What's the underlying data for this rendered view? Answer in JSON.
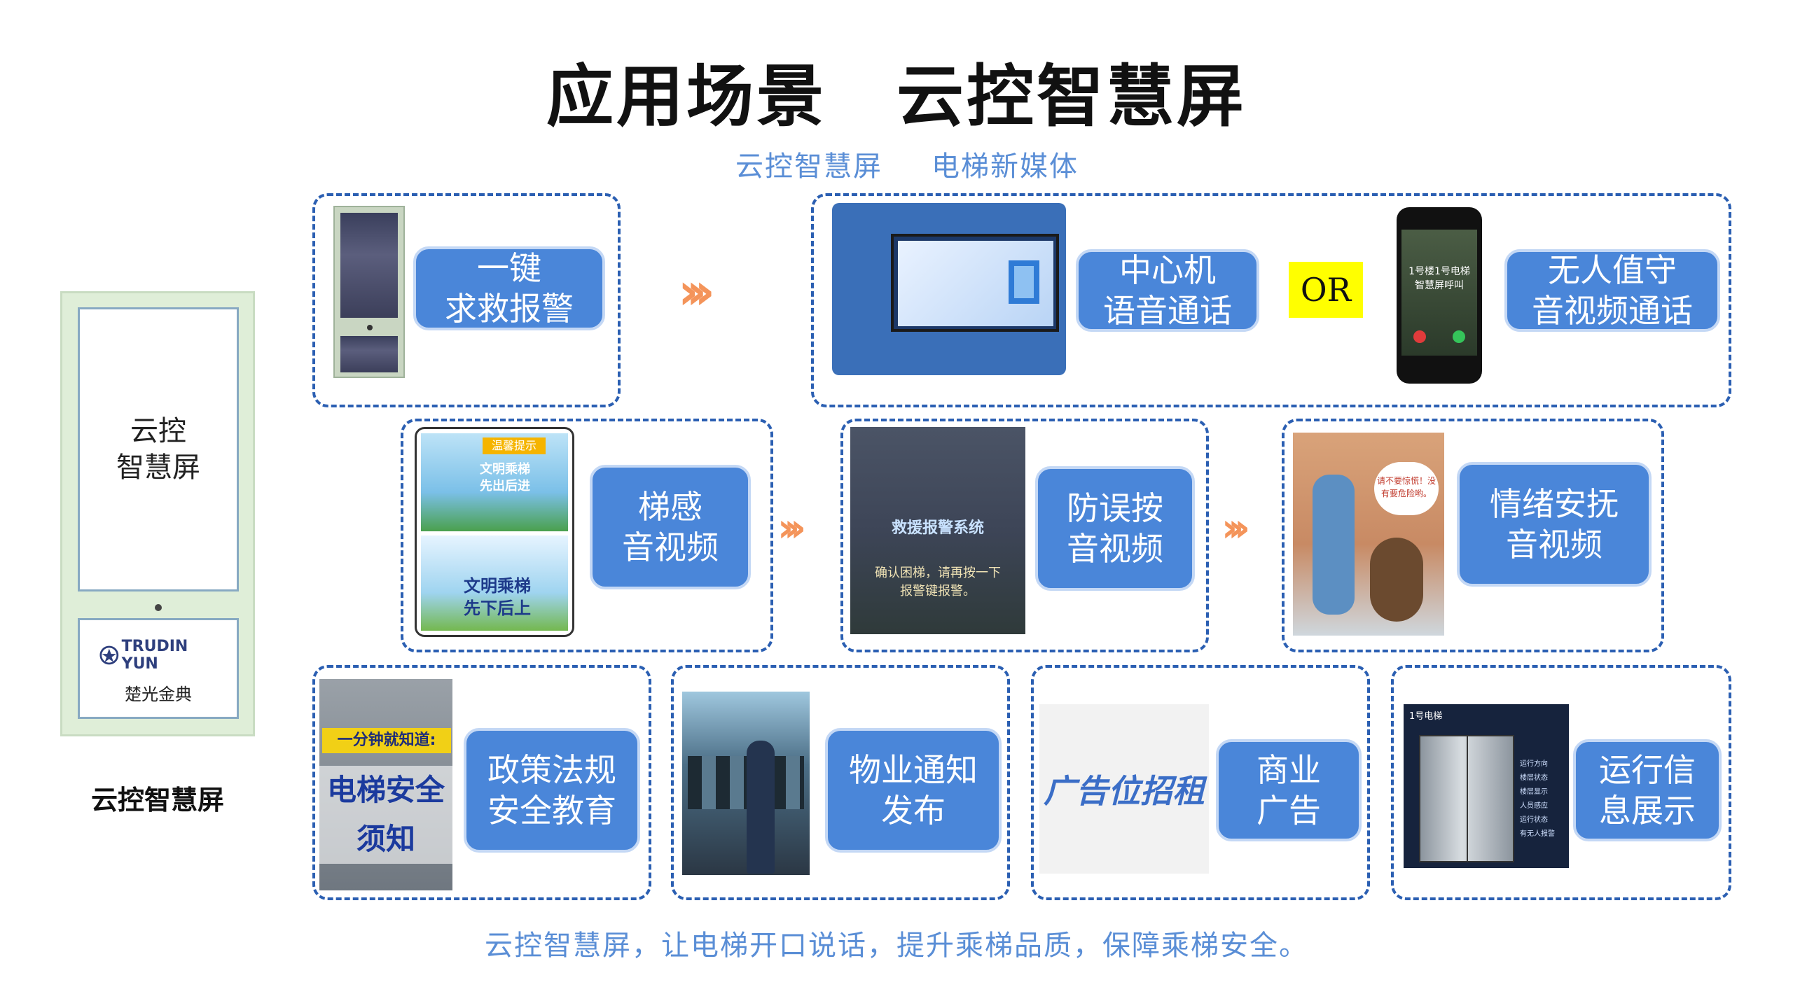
{
  "header": {
    "title_left": "应用场景",
    "title_right": "云控智慧屏",
    "sub_left": "云控智慧屏",
    "sub_right": "电梯新媒体"
  },
  "device": {
    "screen_text": "云控\n智慧屏",
    "brand_logo": "TRUDIN YUN",
    "brand_name": "楚光金典",
    "label": "云控智慧屏"
  },
  "features": {
    "alarm": "一键\n求救报警",
    "center": "中心机\n语音通话",
    "or": "OR",
    "unattended": "无人值守\n音视频通话",
    "sense": "梯感\n音视频",
    "antimis": "防误按\n音视频",
    "emotion": "情绪安抚\n音视频",
    "policy": "政策法规\n安全教育",
    "notice": "物业通知\n发布",
    "ad": "商业\n广告",
    "runinfo": "运行信\n息展示"
  },
  "images": {
    "phone_caller": "1号楼1号电梯\n智慧屏呼叫",
    "sense_sign1": "文明乘梯\n先出后进",
    "sense_sign2": "文明乘梯\n先下后上",
    "sense_tag": "温馨提示",
    "alarm_system": "救援报警系统",
    "alarm_msg": "确认困梯，请再按一下\n报警键报警。",
    "owl_bubble": "请不要惊慌！没\n有要危险哟。",
    "policy_text1": "一分钟就知道:",
    "policy_text2": "电梯安全须知",
    "ad_text": "广告位招租",
    "elevator_title": "1号电梯",
    "elevator_menu": [
      "运行方向",
      "楼层状态",
      "楼层显示",
      "人员感应",
      "运行状态",
      "有无人报警"
    ]
  },
  "footer": {
    "slogan": "云控智慧屏，让电梯开口说话，提升乘梯品质，保障乘梯安全。"
  },
  "colors": {
    "accent_blue": "#4a86d9",
    "dash_blue": "#2b5fb2",
    "subtitle_blue": "#5a8ed6",
    "arrow_orange": "#f4945a",
    "or_yellow": "#ffff00"
  }
}
